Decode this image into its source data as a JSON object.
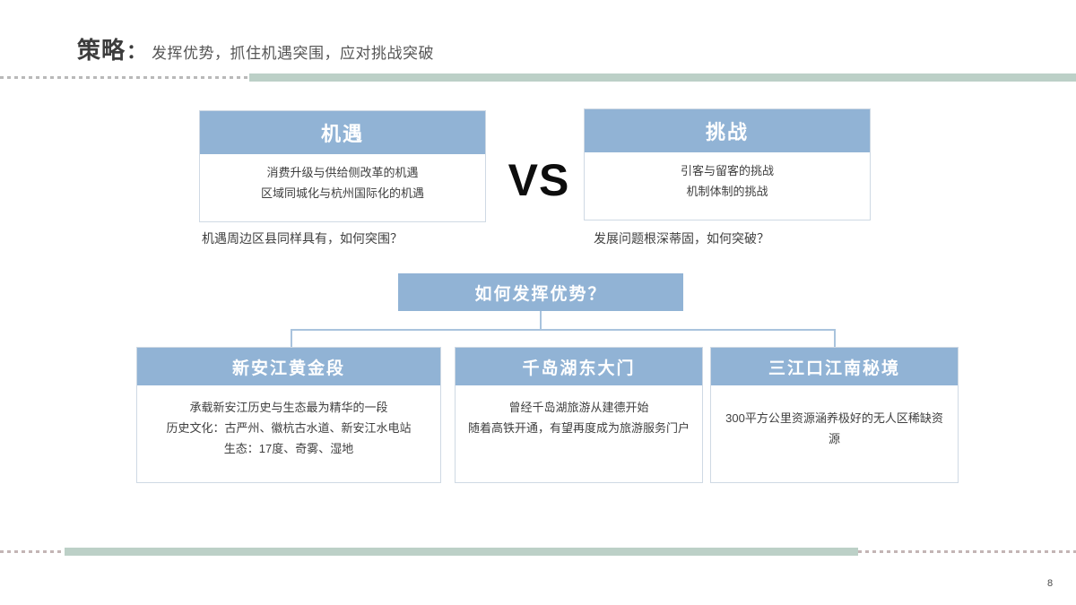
{
  "slide": {
    "title_main": "策略",
    "title_colon": "：",
    "title_subtitle": "发挥优势，抓住机遇突围，应对挑战突破",
    "page_number": "8"
  },
  "colors": {
    "header_blue": "#91b3d5",
    "card_border": "#cfd9e4",
    "connector": "#a9c3dd",
    "divider_green": "#bcd0c7",
    "text_dark": "#3f3f3f"
  },
  "comparison": {
    "vs_label": "VS",
    "opportunity": {
      "header": "机遇",
      "lines": [
        "消费升级与供给侧改革的机遇",
        "区域同城化与杭州国际化的机遇"
      ],
      "caption": "机遇周边区县同样具有，如何突围？"
    },
    "challenge": {
      "header": "挑战",
      "lines": [
        "引客与留客的挑战",
        "机制体制的挑战"
      ],
      "caption": "发展问题根深蒂固，如何突破？"
    }
  },
  "question": {
    "header": "如何发挥优势？"
  },
  "strategies": [
    {
      "header": "新安江黄金段",
      "lines": [
        "承载新安江历史与生态最为精华的一段",
        "历史文化：古严州、徽杭古水道、新安江水电站",
        "生态：17度、奇雾、湿地"
      ]
    },
    {
      "header": "千岛湖东大门",
      "lines": [
        "曾经千岛湖旅游从建德开始",
        "随着高铁开通，有望再度成为旅游服务门户"
      ]
    },
    {
      "header": "三江口江南秘境",
      "lines": [
        "300平方公里资源涵养极好的无人区稀缺资源"
      ]
    }
  ]
}
